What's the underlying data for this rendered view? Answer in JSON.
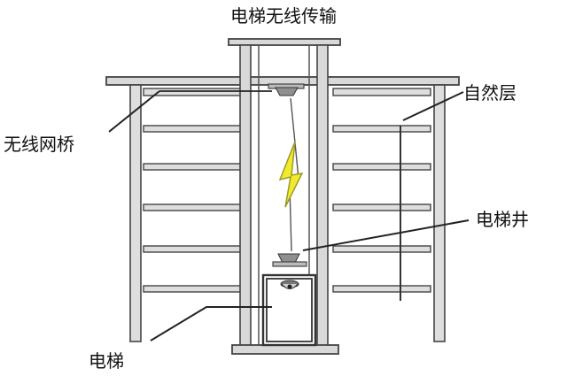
{
  "title": "电梯无线传输",
  "labels": {
    "wireless_bridge": "无线网桥",
    "natural_floor": "自然层",
    "elevator_shaft": "电梯井",
    "elevator_car": "电梯"
  },
  "colors": {
    "frame_fill": "#dcdcdc",
    "frame_stroke": "#444444",
    "signal_fill": "#f2ea2c",
    "signal_stroke": "#9a9a2a",
    "text": "#111111"
  },
  "icons": {
    "top_bridge": "wireless-bridge-icon",
    "car_bridge": "wireless-bridge-icon",
    "camera": "dome-camera-icon",
    "signal": "lightning-bolt-icon"
  }
}
